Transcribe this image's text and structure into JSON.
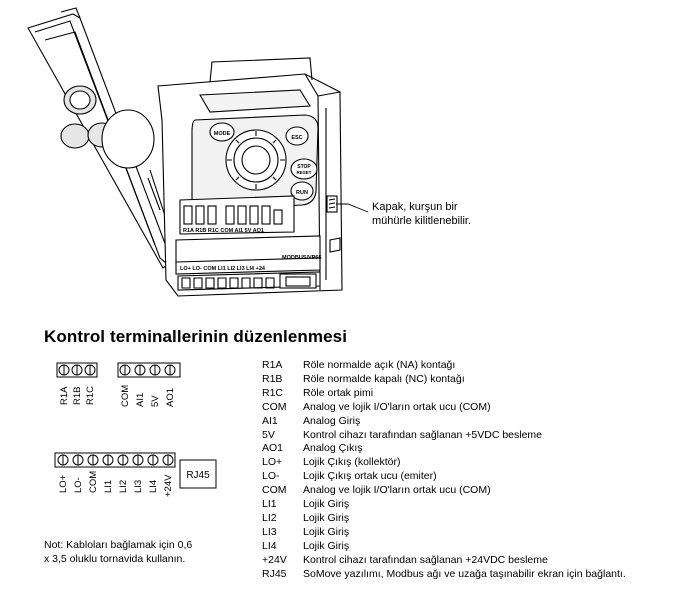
{
  "device": {
    "keys": {
      "mode": "MODE",
      "esc": "ESC",
      "stop_line1": "STOP",
      "stop_line2": "RESET",
      "run": "RUN"
    },
    "upper_terminal_text": "R1A R1B R1C  COM AI1 5V AO1",
    "lower_terminal_text": "LO+ LO- COM LI1 LI2 LI3 LI4 +24",
    "modbus_label": "MODBUS/VP65"
  },
  "callout": {
    "line1": "Kapak, kurşun bir",
    "line2": "mühürle kilitlenebilir."
  },
  "heading": "Kontrol terminallerinin düzenlenmesi",
  "terminal_blocks": {
    "relay": [
      "R1A",
      "R1B",
      "R1C"
    ],
    "analog": [
      "COM",
      "AI1",
      "5V",
      "AO1"
    ],
    "logic": [
      "LO+",
      "LO-",
      "COM",
      "LI1",
      "LI2",
      "LI3",
      "LI4",
      "+24V"
    ],
    "port": "RJ45"
  },
  "legend": [
    {
      "code": "R1A",
      "description": "Röle normalde açık (NA) kontağı"
    },
    {
      "code": "R1B",
      "description": "Röle normalde kapalı (NC) kontağı"
    },
    {
      "code": "R1C",
      "description": "Röle ortak pimi"
    },
    {
      "code": "COM",
      "description": "Analog ve lojik I/O'ların ortak ucu (COM)"
    },
    {
      "code": "AI1",
      "description": "Analog Giriş"
    },
    {
      "code": "5V",
      "description": "Kontrol cihazı tarafından sağlanan +5VDC besleme"
    },
    {
      "code": "AO1",
      "description": "Analog Çıkış"
    },
    {
      "code": "LO+",
      "description": "Lojik Çıkış (kollektör)"
    },
    {
      "code": "LO-",
      "description": "Lojik Çıkış ortak ucu (emiter)"
    },
    {
      "code": "COM",
      "description": "Analog ve lojik I/O'ların ortak ucu (COM)"
    },
    {
      "code": "LI1",
      "description": "Lojik Giriş"
    },
    {
      "code": "LI2",
      "description": "Lojik Giriş"
    },
    {
      "code": "LI3",
      "description": "Lojik Giriş"
    },
    {
      "code": "LI4",
      "description": "Lojik Giriş"
    },
    {
      "code": "+24V",
      "description": "Kontrol cihazı tarafından sağlanan +24VDC besleme"
    },
    {
      "code": "RJ45",
      "description": "SoMove yazılımı, Modbus ağı ve uzağa taşınabilir ekran için bağlantı."
    }
  ],
  "note": {
    "line1": "Not: Kabloları bağlamak için 0,6",
    "line2": "x 3,5 oluklu tornavida kullanın."
  }
}
